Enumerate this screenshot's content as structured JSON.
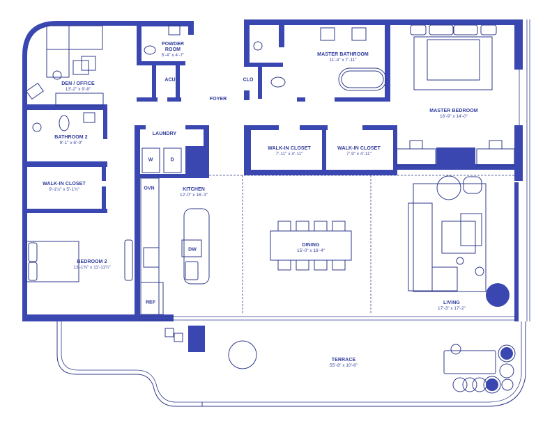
{
  "plan": {
    "colors": {
      "wall": "#3a47b0",
      "line": "#2e3a8a",
      "accent": "#3a47b0",
      "background": "#ffffff"
    },
    "rooms": [
      {
        "id": "den",
        "name": "DEN / OFFICE",
        "dims": "13'-2\" x 9'-8\""
      },
      {
        "id": "powder",
        "name": "POWDER",
        "name2": "ROOM",
        "dims": "5'-4\" x 4'-7\""
      },
      {
        "id": "master_bath",
        "name": "MASTER BATHROOM",
        "dims": "11'-4\" x 7'-11\""
      },
      {
        "id": "master_bed",
        "name": "MASTER BEDROOM",
        "dims": "16'-9\" x 14'-0\""
      },
      {
        "id": "bath2",
        "name": "BATHROOM 2",
        "dims": "9'-1\" x 6'-0\""
      },
      {
        "id": "wic_bed2",
        "name": "WALK-IN CLOSET",
        "dims": "9'-1¼\" x 5'-1¾\""
      },
      {
        "id": "wic1",
        "name": "WALK-IN CLOSET",
        "dims": "7'-11\" x 4'-11\""
      },
      {
        "id": "wic2",
        "name": "WALK-IN CLOSET",
        "dims": "7'-9\" x 4'-11\""
      },
      {
        "id": "laundry",
        "name": "LAUNDRY",
        "dims": ""
      },
      {
        "id": "foyer",
        "name": "FOYER",
        "dims": ""
      },
      {
        "id": "kitchen",
        "name": "KITCHEN",
        "dims": "12'-0\" x 16'-3\""
      },
      {
        "id": "dining",
        "name": "DINING",
        "dims": "15'-0\" x 16'-4\""
      },
      {
        "id": "living",
        "name": "LIVING",
        "dims": "17'-3\" x 17'-2\""
      },
      {
        "id": "bed2",
        "name": "BEDROOM 2",
        "dims": "13'-1⅜\" x 11'-11¼\""
      },
      {
        "id": "terrace",
        "name": "TERRACE",
        "dims": "55'-9\" x 10'-6\""
      }
    ],
    "appliances": {
      "acu": "ACU",
      "clo": "CLO",
      "washer": "W",
      "dryer": "D",
      "oven": "OVN",
      "dishwasher": "DW",
      "refrigerator": "REF"
    }
  }
}
